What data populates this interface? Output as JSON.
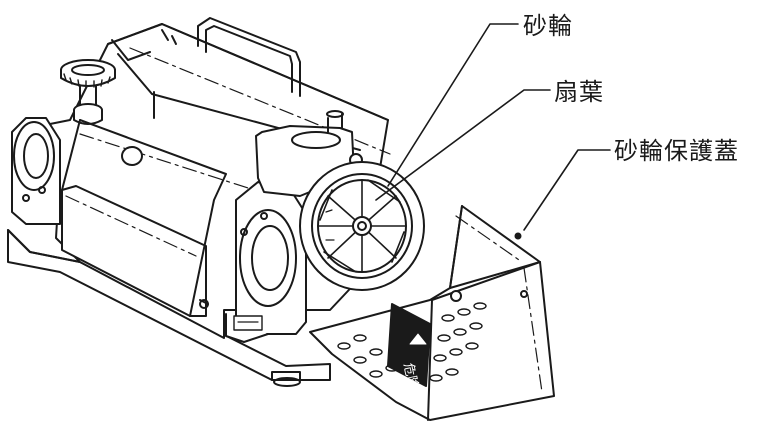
{
  "labels": {
    "grinding_wheel": "砂輪",
    "fan_blade": "扇葉",
    "wheel_guard_cover": "砂輪保護蓋"
  },
  "warning_plate": {
    "text": "危險"
  },
  "colors": {
    "line": "#1a1a1a",
    "paper": "#ffffff",
    "shade": "#e6e6e6"
  }
}
